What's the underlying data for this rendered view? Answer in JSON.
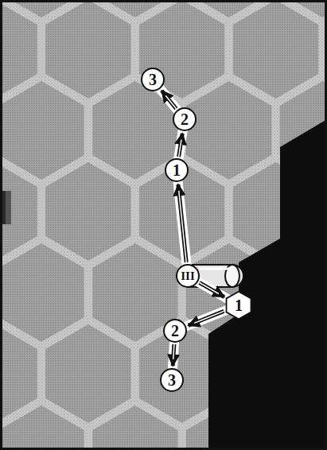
{
  "diagram": {
    "nodes": [
      {
        "text": [
          "3"
        ]
      },
      {
        "text": [
          "2"
        ]
      },
      {
        "text": [
          "1"
        ]
      },
      {
        "text": [
          "III"
        ]
      },
      {
        "text": [
          "1"
        ]
      },
      {
        "text": [
          "2"
        ]
      },
      {
        "text": [
          "3"
        ]
      }
    ],
    "edges": [
      {
        "from": 3,
        "to": 2,
        "arrow": "to"
      },
      {
        "from": 2,
        "to": 1,
        "arrow": "to"
      },
      {
        "from": 1,
        "to": 0,
        "arrow": "to"
      },
      {
        "from": 3,
        "to": 4,
        "arrow": "to"
      },
      {
        "from": 4,
        "to": 5,
        "arrow": "to"
      },
      {
        "from": 5,
        "to": 6,
        "arrow": "to"
      }
    ]
  }
}
